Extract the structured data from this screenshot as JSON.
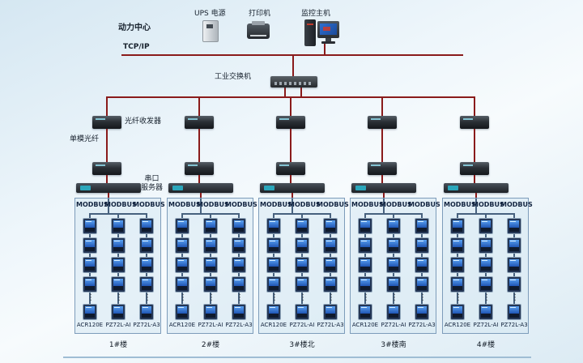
{
  "header": {
    "power_center": "动力中心",
    "tcpip": "TCP/IP",
    "ups_label": "UPS 电源",
    "printer_label": "打印机",
    "host_label": "监控主机",
    "switch_label": "工业交换机"
  },
  "annotations": {
    "fiber_transceiver": "光纤收发器",
    "single_mode_fiber": "单模光纤",
    "serial_server_line1": "串口",
    "serial_server_line2": "服务器"
  },
  "meter_panel": {
    "bus_label": "MODBUS",
    "ellipsis": "⋮",
    "column_labels": [
      "ACR120E",
      "PZ72L-AI",
      "PZ72L-A3"
    ]
  },
  "groups": [
    {
      "building": "1#楼"
    },
    {
      "building": "2#楼"
    },
    {
      "building": "3#楼北"
    },
    {
      "building": "3#楼南"
    },
    {
      "building": "4#楼"
    }
  ],
  "colors": {
    "backbone_line": "#8a1b1b",
    "panel_line": "#47617e",
    "meter_screen": "#2e6fd0"
  }
}
